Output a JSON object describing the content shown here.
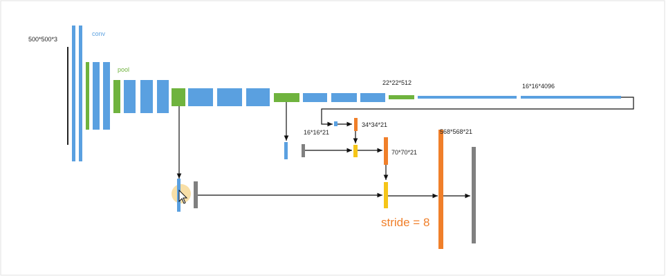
{
  "labels": {
    "input_size": "500*500*3",
    "conv": "conv",
    "pool": "pool",
    "fc6_size": "22*22*512",
    "fc7_size": "16*16*4096",
    "score_size": "16*16*21",
    "up2_size": "34*34*21",
    "up4_size": "70*70*21",
    "output_size": "568*568*21",
    "stride": "stride = 8"
  },
  "colors": {
    "conv": "#5aa0e0",
    "pool": "#6fb33e",
    "upsample": "#f07f2a",
    "fuse": "#f5c518",
    "crop": "#808080",
    "input": "#222222",
    "arrow": "#111111",
    "frame": "#d6d6d6"
  },
  "cursor": "pointer-cursor-icon"
}
